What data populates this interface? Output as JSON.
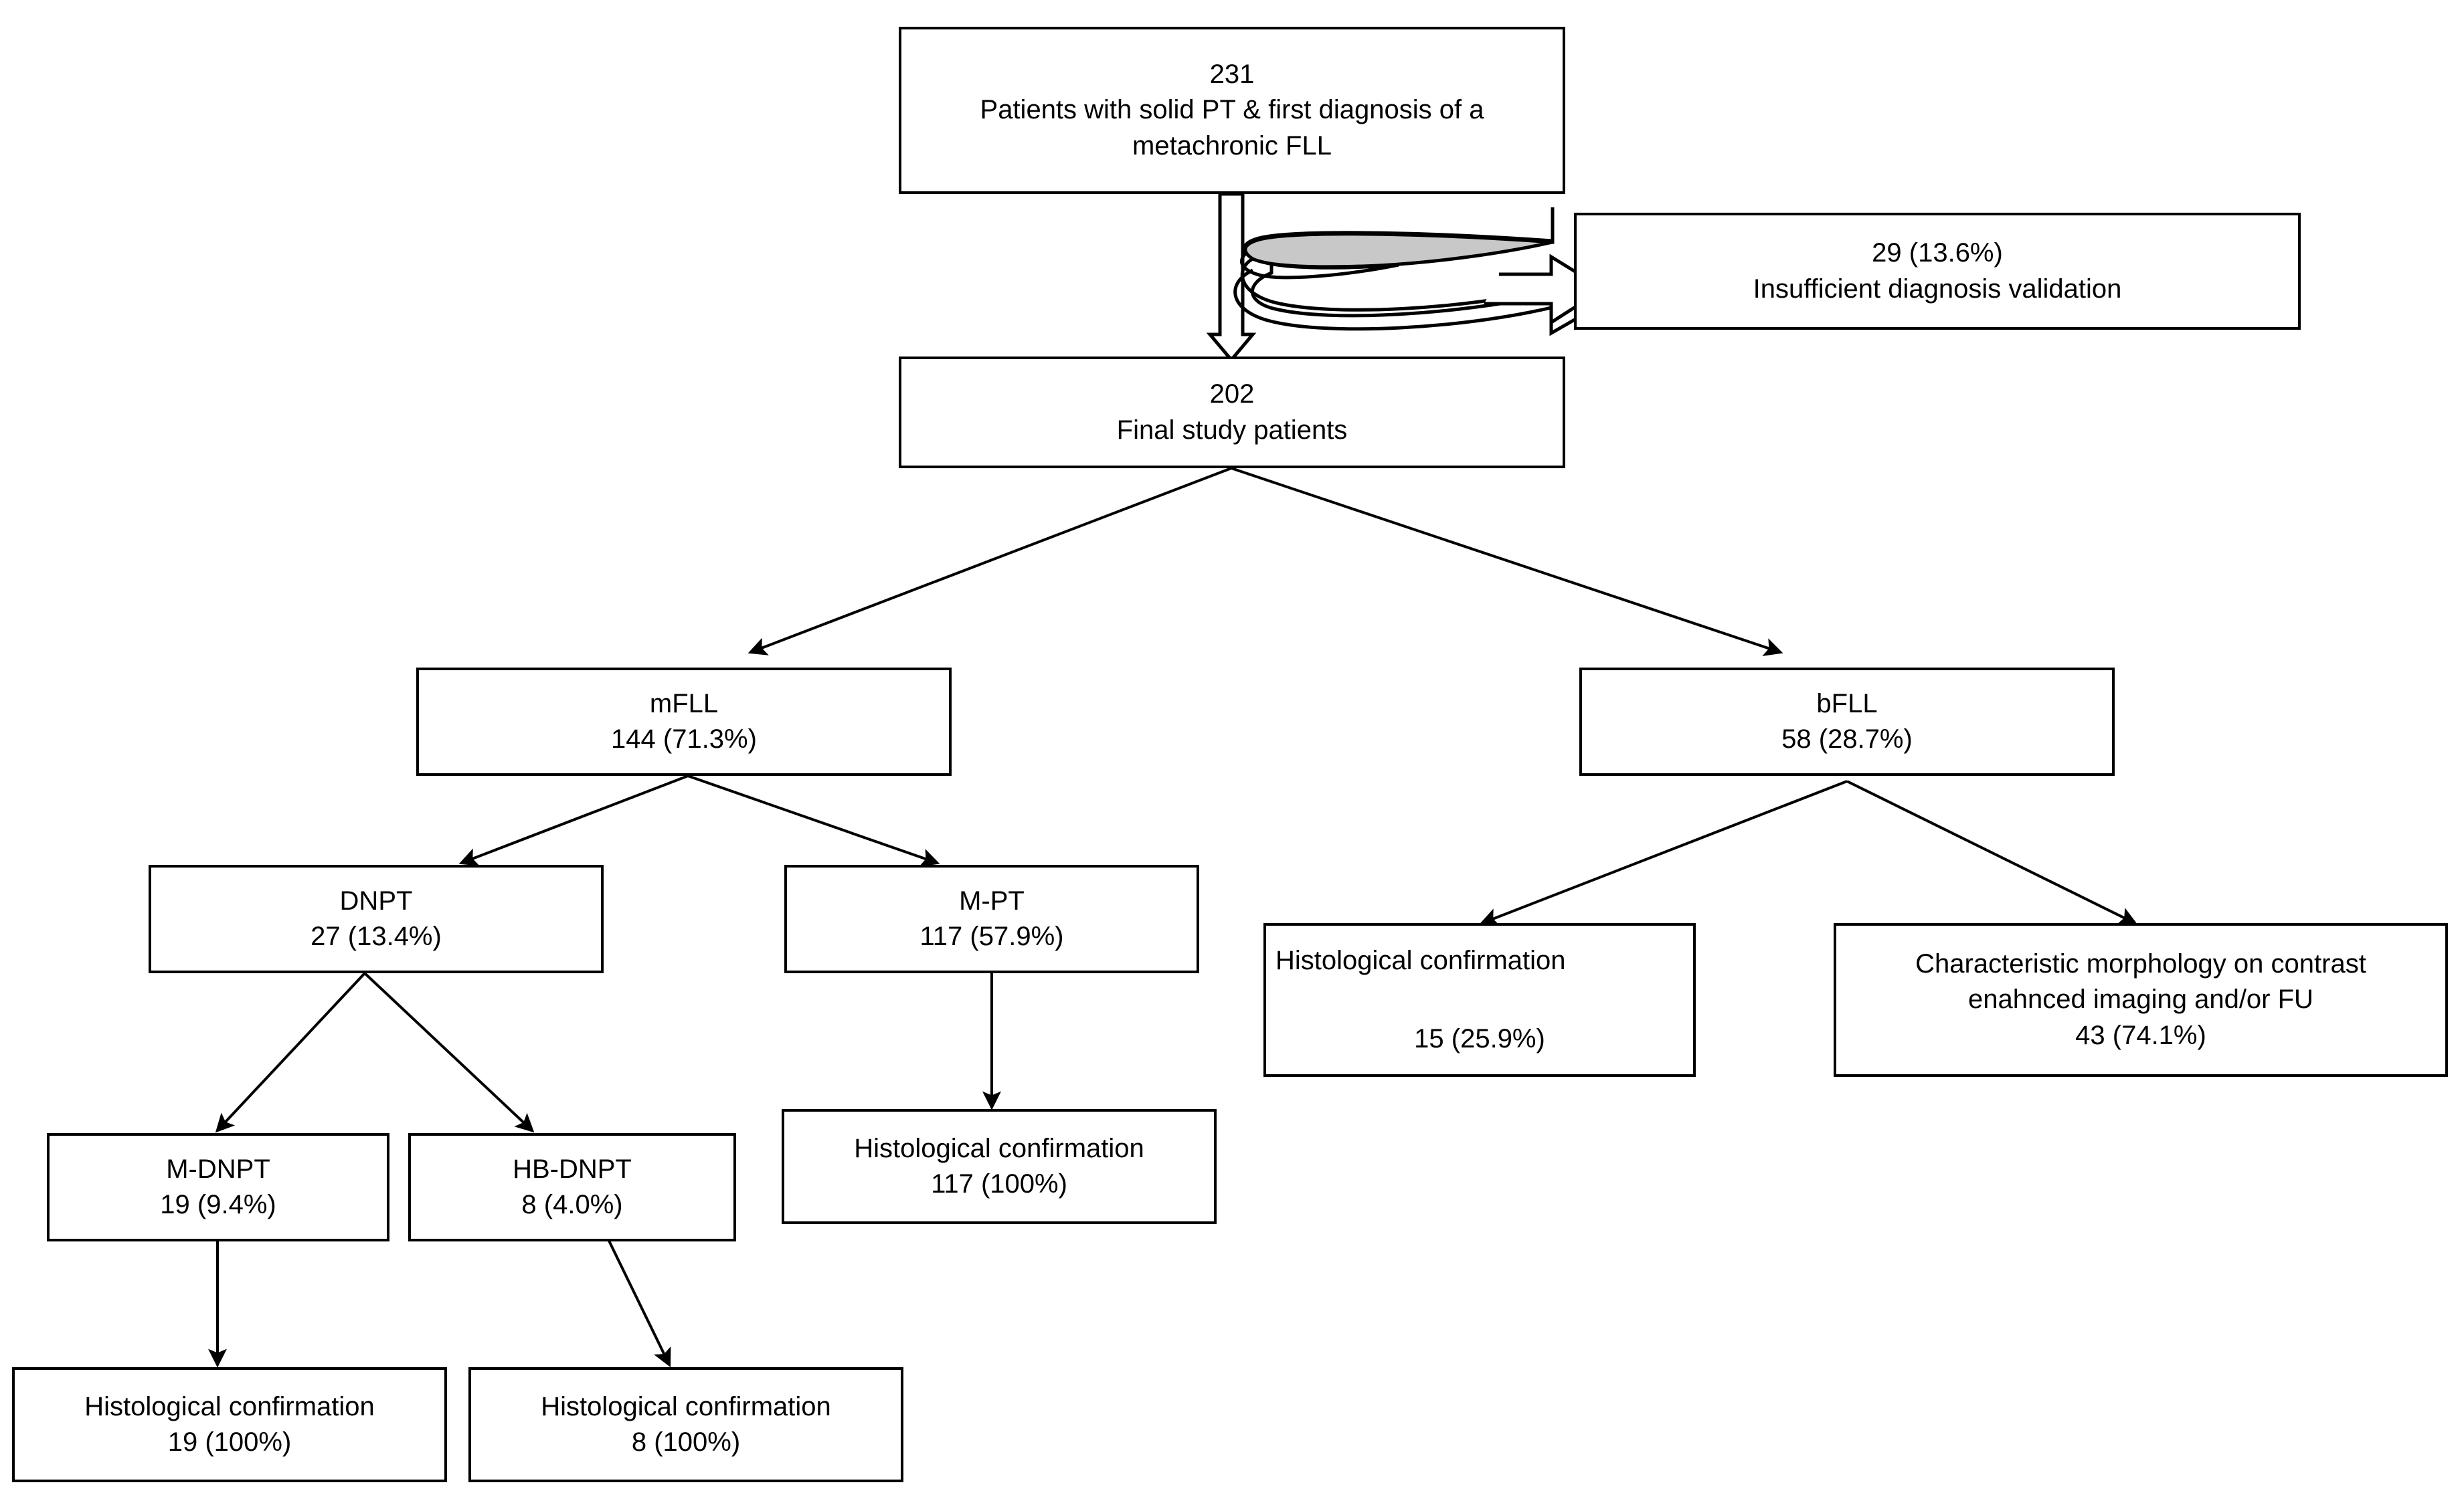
{
  "chart_data": {
    "type": "diagram",
    "diagram_kind": "patient-flow-consort",
    "title": "",
    "nodes": [
      {
        "id": "enrolled",
        "lines": [
          "231",
          "Patients with solid PT & first diagnosis of a",
          "metachronic FLL"
        ],
        "count": 231,
        "percent": null
      },
      {
        "id": "excluded",
        "lines": [
          "29 (13.6%)",
          "Insufficient diagnosis validation"
        ],
        "count": 29,
        "percent": 13.6
      },
      {
        "id": "final",
        "lines": [
          "202",
          "Final study patients"
        ],
        "count": 202,
        "percent": null
      },
      {
        "id": "mfll",
        "lines": [
          "mFLL",
          "144 (71.3%)"
        ],
        "count": 144,
        "percent": 71.3
      },
      {
        "id": "bfll",
        "lines": [
          "bFLL",
          "58 (28.7%)"
        ],
        "count": 58,
        "percent": 28.7
      },
      {
        "id": "dnpt",
        "lines": [
          "DNPT",
          "27 (13.4%)"
        ],
        "count": 27,
        "percent": 13.4
      },
      {
        "id": "mpt",
        "lines": [
          "M-PT",
          "117 (57.9%)"
        ],
        "count": 117,
        "percent": 57.9
      },
      {
        "id": "bfll-histo",
        "lines": [
          "Histological confirmation",
          "15 (25.9%)"
        ],
        "count": 15,
        "percent": 25.9
      },
      {
        "id": "bfll-imaging",
        "lines": [
          "Characteristic  morphology on contrast",
          "enahnced imaging and/or FU",
          "43 (74.1%)"
        ],
        "count": 43,
        "percent": 74.1
      },
      {
        "id": "mdnpt",
        "lines": [
          "M-DNPT",
          "19 (9.4%)"
        ],
        "count": 19,
        "percent": 9.4
      },
      {
        "id": "hbdnpt",
        "lines": [
          "HB-DNPT",
          "8 (4.0%)"
        ],
        "count": 8,
        "percent": 4.0
      },
      {
        "id": "mpt-histo",
        "lines": [
          "Histological confirmation",
          "117 (100%)"
        ],
        "count": 117,
        "percent": 100
      },
      {
        "id": "mdnpt-histo",
        "lines": [
          "Histological confirmation",
          "19 (100%)"
        ],
        "count": 19,
        "percent": 100
      },
      {
        "id": "hbdnpt-histo",
        "lines": [
          "Histological confirmation",
          "8 (100%)"
        ],
        "count": 8,
        "percent": 100
      }
    ],
    "edges": [
      {
        "from": "enrolled",
        "to": "final",
        "style": "block-arrow-down"
      },
      {
        "from": "enrolled",
        "to": "excluded",
        "style": "curved-u-turn-block-arrow"
      },
      {
        "from": "final",
        "to": "mfll",
        "style": "diagonal-arrow"
      },
      {
        "from": "final",
        "to": "bfll",
        "style": "diagonal-arrow"
      },
      {
        "from": "mfll",
        "to": "dnpt",
        "style": "diagonal-arrow"
      },
      {
        "from": "mfll",
        "to": "mpt",
        "style": "diagonal-arrow"
      },
      {
        "from": "bfll",
        "to": "bfll-histo",
        "style": "diagonal-arrow"
      },
      {
        "from": "bfll",
        "to": "bfll-imaging",
        "style": "diagonal-arrow"
      },
      {
        "from": "dnpt",
        "to": "mdnpt",
        "style": "diagonal-arrow"
      },
      {
        "from": "dnpt",
        "to": "hbdnpt",
        "style": "diagonal-arrow"
      },
      {
        "from": "mpt",
        "to": "mpt-histo",
        "style": "vertical-arrow"
      },
      {
        "from": "mdnpt",
        "to": "mdnpt-histo",
        "style": "vertical-arrow"
      },
      {
        "from": "hbdnpt",
        "to": "hbdnpt-histo",
        "style": "diagonal-arrow"
      }
    ],
    "colors": {
      "stroke": "#000000",
      "fill": "#ffffff",
      "accent_shade": "#c8c8c8"
    }
  },
  "boxes": {
    "enrolled": {
      "l1": "231",
      "l2": "Patients with solid PT & first diagnosis of a",
      "l3": "metachronic FLL"
    },
    "excluded": {
      "l1": "29 (13.6%)",
      "l2": "Insufficient diagnosis validation"
    },
    "final": {
      "l1": "202",
      "l2": "Final study patients"
    },
    "mfll": {
      "l1": "mFLL",
      "l2": "144 (71.3%)"
    },
    "bfll": {
      "l1": "bFLL",
      "l2": "58 (28.7%)"
    },
    "dnpt": {
      "l1": "DNPT",
      "l2": "27 (13.4%)"
    },
    "mpt": {
      "l1": "M-PT",
      "l2": "117 (57.9%)"
    },
    "bfll_histo": {
      "l1": "Histological confirmation",
      "l2": "15 (25.9%)"
    },
    "bfll_imaging": {
      "l1": "Characteristic  morphology on contrast",
      "l2": "enahnced imaging and/or FU",
      "l3": "43 (74.1%)"
    },
    "mdnpt": {
      "l1": "M-DNPT",
      "l2": "19 (9.4%)"
    },
    "hbdnpt": {
      "l1": "HB-DNPT",
      "l2": "8 (4.0%)"
    },
    "mpt_histo": {
      "l1": "Histological confirmation",
      "l2": "117 (100%)"
    },
    "mdnpt_histo": {
      "l1": "Histological confirmation",
      "l2": "19 (100%)"
    },
    "hbdnpt_histo": {
      "l1": "Histological confirmation",
      "l2": "8 (100%)"
    }
  }
}
